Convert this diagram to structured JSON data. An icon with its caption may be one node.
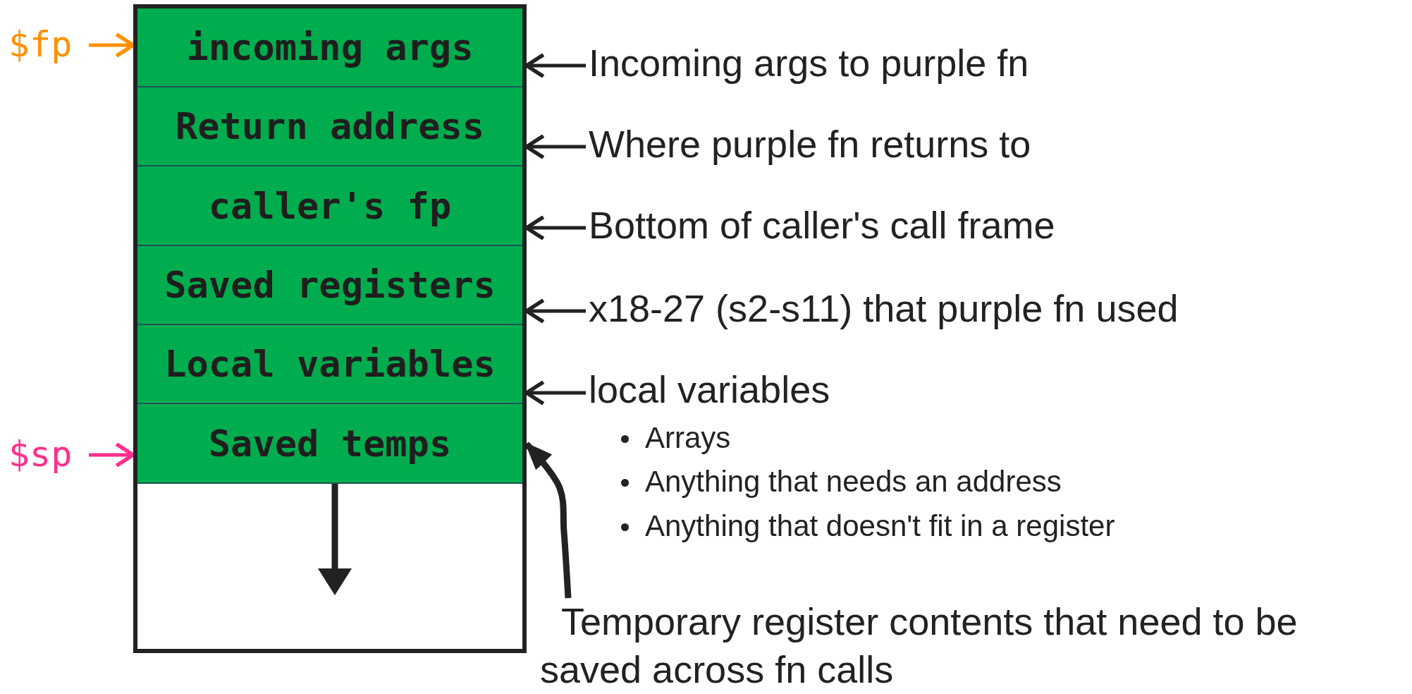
{
  "diagram": {
    "nodes": [
      {
        "text": [],
        "shape": "box"
      },
      {
        "text": [
          "incoming args"
        ],
        "in": 0
      },
      {
        "text": [
          "Return address"
        ],
        "in": 0
      },
      {
        "text": [
          "caller's fp"
        ],
        "in": 0
      },
      {
        "text": [
          "Saved registers"
        ],
        "in": 0
      },
      {
        "text": [
          "Local variables"
        ],
        "in": 0
      },
      {
        "text": [
          "Saved temps"
        ],
        "in": 0
      },
      {
        "text": [
          "$fp"
        ]
      },
      {
        "text": [
          "$sp"
        ]
      },
      {
        "text": [
          "Incoming args to purple fn"
        ]
      },
      {
        "text": [
          "Where purple fn returns to"
        ]
      },
      {
        "text": [
          "Bottom of caller's call frame"
        ]
      },
      {
        "text": [
          "x18-27 (s2-s11) that purple fn used"
        ]
      },
      {
        "text": [
          "local variables",
          "Arrays",
          "Anything that needs an address",
          "Anything that doesn't fit in a register"
        ]
      },
      {
        "text": [
          "Temporary register contents that need to be saved across fn calls"
        ]
      }
    ],
    "edges": [
      {
        "from": 7,
        "to": 1,
        "arrow": "to",
        "color": "#ff9000"
      },
      {
        "from": 8,
        "to": 6,
        "arrow": "to",
        "color": "#ff2e8c"
      },
      {
        "from": 9,
        "to": 1,
        "arrow": "to"
      },
      {
        "from": 10,
        "to": 2,
        "arrow": "to"
      },
      {
        "from": 11,
        "to": 3,
        "arrow": "to"
      },
      {
        "from": 12,
        "to": 4,
        "arrow": "to"
      },
      {
        "from": 13,
        "to": 5,
        "arrow": "to"
      },
      {
        "from": 14,
        "to": 6,
        "arrow": "to",
        "style": "thick"
      }
    ]
  }
}
